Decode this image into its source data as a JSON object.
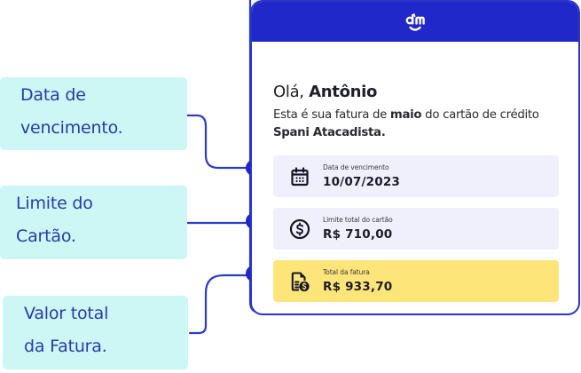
{
  "colors": {
    "brand_blue": "#2128c9",
    "connector_blue": "#2a3ccc",
    "callout_bg": "#ccf7f4",
    "callout_text": "#2a3aa8",
    "card_lilac": "#f0f0fd",
    "card_yellow": "#fde57a"
  },
  "callouts": [
    {
      "line1": "Data de",
      "line2": "vencimento."
    },
    {
      "line1": "Limite do",
      "line2": "Cartão."
    },
    {
      "line1": "Valor total",
      "line2": "da Fatura."
    }
  ],
  "phone": {
    "logo": "dm-smile-logo",
    "greeting_prefix": "Olá, ",
    "greeting_name": "Antônio",
    "subtitle": {
      "part1": "Esta é sua fatura de ",
      "month": "maio",
      "part2": " do cartão de crédito",
      "store": "Spani Atacadista."
    },
    "cards": [
      {
        "icon": "calendar-icon",
        "label": "Data de vencimento",
        "value": "10/07/2023"
      },
      {
        "icon": "dollar-circle-icon",
        "label": "Limite total do cartão",
        "value": "R$ 710,00"
      },
      {
        "icon": "invoice-dollar-icon",
        "label": "Total da fatura",
        "value": "R$ 933,70"
      }
    ]
  }
}
